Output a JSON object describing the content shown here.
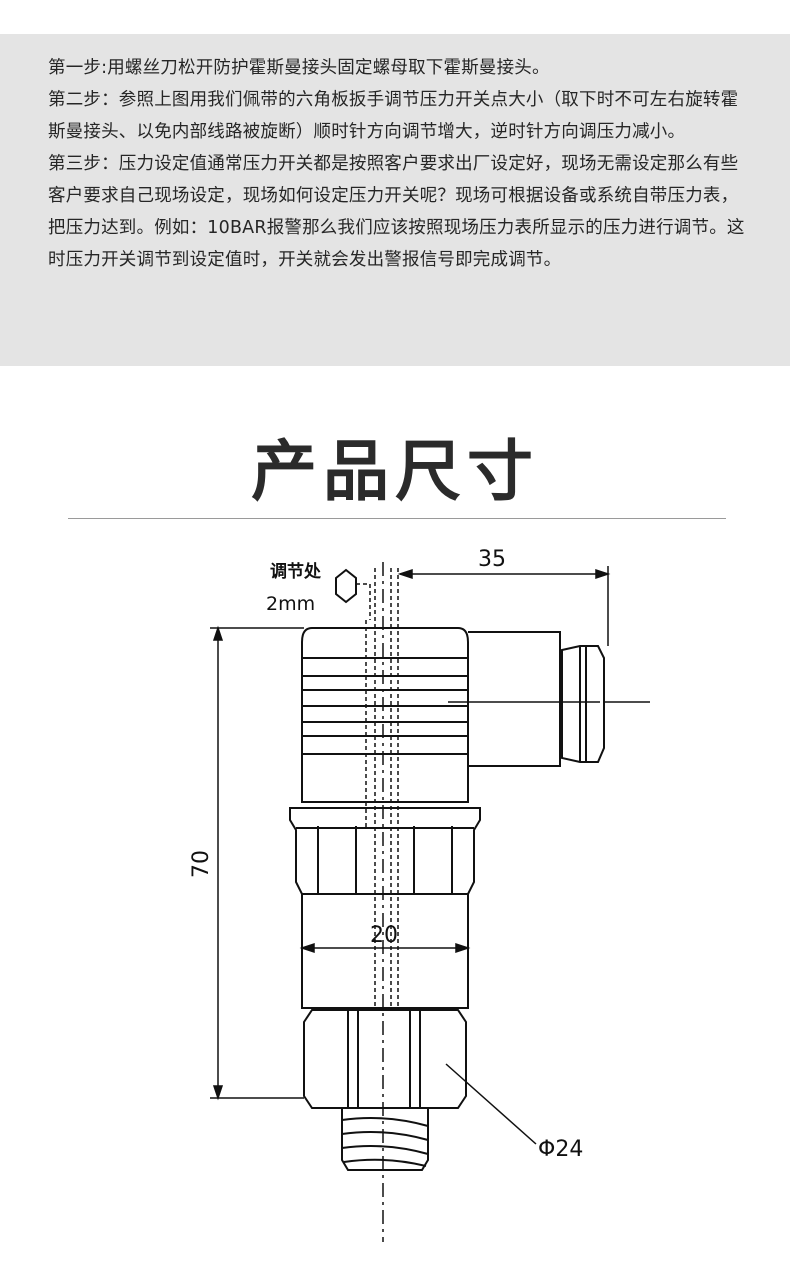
{
  "instructions": {
    "step1": "第一步:用螺丝刀松开防护霍斯曼接头固定螺母取下霍斯曼接头。",
    "step2": "第二步：参照上图用我们佩带的六角板扳手调节压力开关点大小（取下时不可左右旋转霍斯曼接头、以免内部线路被旋断）顺时针方向调节增大，逆时针方向调压力减小。",
    "step3": "第三步：压力设定值通常压力开关都是按照客户要求出厂设定好，现场无需设定那么有些客户要求自己现场设定，现场如何设定压力开关呢？现场可根据设备或系统自带压力表，把压力达到。例如：10BAR报警那么我们应该按照现场压力表所显示的压力进行调节。这时压力开关调节到设定值时，开关就会发出警报信号即完成调节。"
  },
  "section_title": "产品尺寸",
  "drawing": {
    "adjust_label": "调节处",
    "hex_key_size": "2mm",
    "dim_width_connector": "35",
    "dim_height": "70",
    "dim_body_width": "20",
    "dim_hex_dia": "Φ24"
  }
}
